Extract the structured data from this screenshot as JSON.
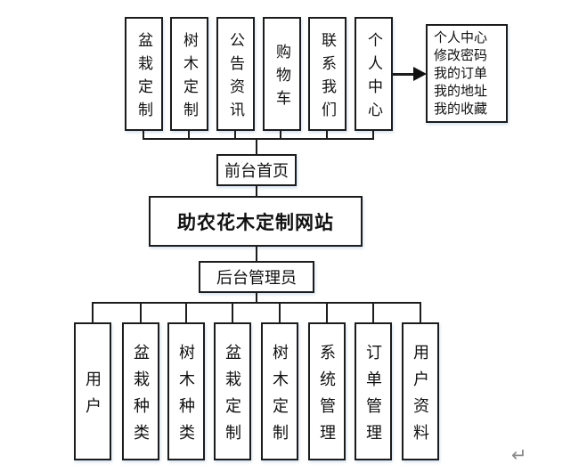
{
  "diagram": {
    "root_title": "助农花木定制网站",
    "front_home_label": "前台首页",
    "back_admin_label": "后台管理员",
    "front_modules": [
      "盆栽定制",
      "树木定制",
      "公告资讯",
      "购物车",
      "联系我们",
      "个人中心"
    ],
    "personal_center_detail": {
      "lines": [
        "个人中心",
        "修改密码",
        "我的订单",
        "我的地址",
        "我的收藏"
      ]
    },
    "back_modules": [
      "用户",
      "盆栽种类",
      "树木种类",
      "盆栽定制",
      "树木定制",
      "系统管理",
      "订单管理",
      "用户资料"
    ],
    "paragraph_mark": "↵",
    "colors": {
      "line": "#1c1c1c",
      "text": "#111111",
      "mark": "#8a8a8a"
    }
  }
}
